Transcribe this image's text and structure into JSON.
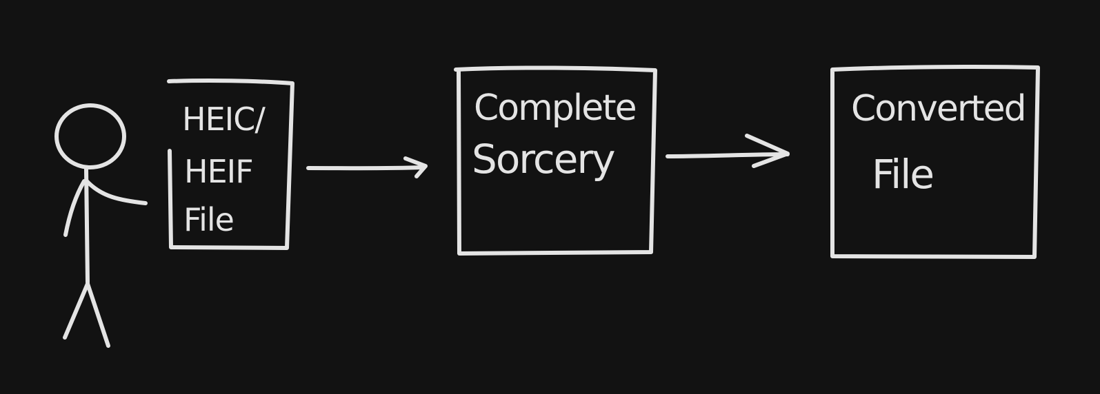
{
  "theme": {
    "background": "#121212",
    "ink": "#e4e4e4"
  },
  "diagram": {
    "actor": {
      "icon": "stick-figure"
    },
    "input_file": {
      "line1": "HEIC/",
      "line2": "HEIF",
      "line3": "File"
    },
    "process": {
      "line1": "Complete",
      "line2": "Sorcery"
    },
    "output_file": {
      "line1": "Converted",
      "line2": "File"
    },
    "connectors": [
      {
        "from": "input_file",
        "to": "process",
        "icon": "arrow-right"
      },
      {
        "from": "process",
        "to": "output_file",
        "icon": "arrow-right"
      }
    ]
  }
}
